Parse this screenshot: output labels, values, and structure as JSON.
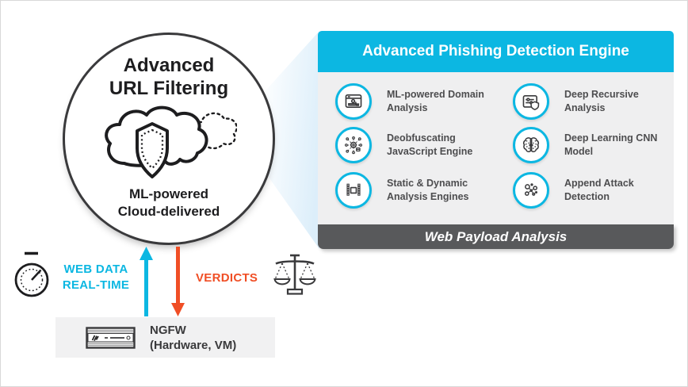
{
  "colors": {
    "cyan": "#0cb7e2",
    "orange": "#f04e25",
    "footer_bar": "#58595b",
    "panel_body": "#efeff0",
    "item_label": "#4d4d4f",
    "ink": "#3a3a3c"
  },
  "circle": {
    "title": "Advanced\nURL Filtering",
    "subtitle": "ML-powered\nCloud-delivered",
    "icon": "cloud-shield-icon"
  },
  "panel": {
    "header": "Advanced Phishing Detection Engine",
    "items": [
      {
        "icon": "browser-domain-icon",
        "label": "ML-powered Domain\nAnalysis"
      },
      {
        "icon": "window-shield-icon",
        "label": "Deep Recursive\nAnalysis"
      },
      {
        "icon": "network-gear-icon",
        "label": "Deobfuscating\nJavaScript Engine"
      },
      {
        "icon": "brain-icon",
        "label": "Deep Learning CNN\nModel"
      },
      {
        "icon": "chip-icon",
        "label": "Static & Dynamic\nAnalysis Engines"
      },
      {
        "icon": "molecule-icon",
        "label": "Append Attack\nDetection"
      }
    ],
    "footer": "Web Payload Analysis"
  },
  "flow": {
    "web_data_label": "WEB DATA\nREAL-TIME",
    "verdicts_label": "VERDICTS",
    "left_icon": "stopwatch-icon",
    "up_arrow": "up-arrow-cyan",
    "down_arrow": "down-arrow-orange",
    "right_icon": "scales-icon"
  },
  "ngfw": {
    "icon": "firewall-appliance-icon",
    "label": "NGFW\n(Hardware, VM)"
  }
}
